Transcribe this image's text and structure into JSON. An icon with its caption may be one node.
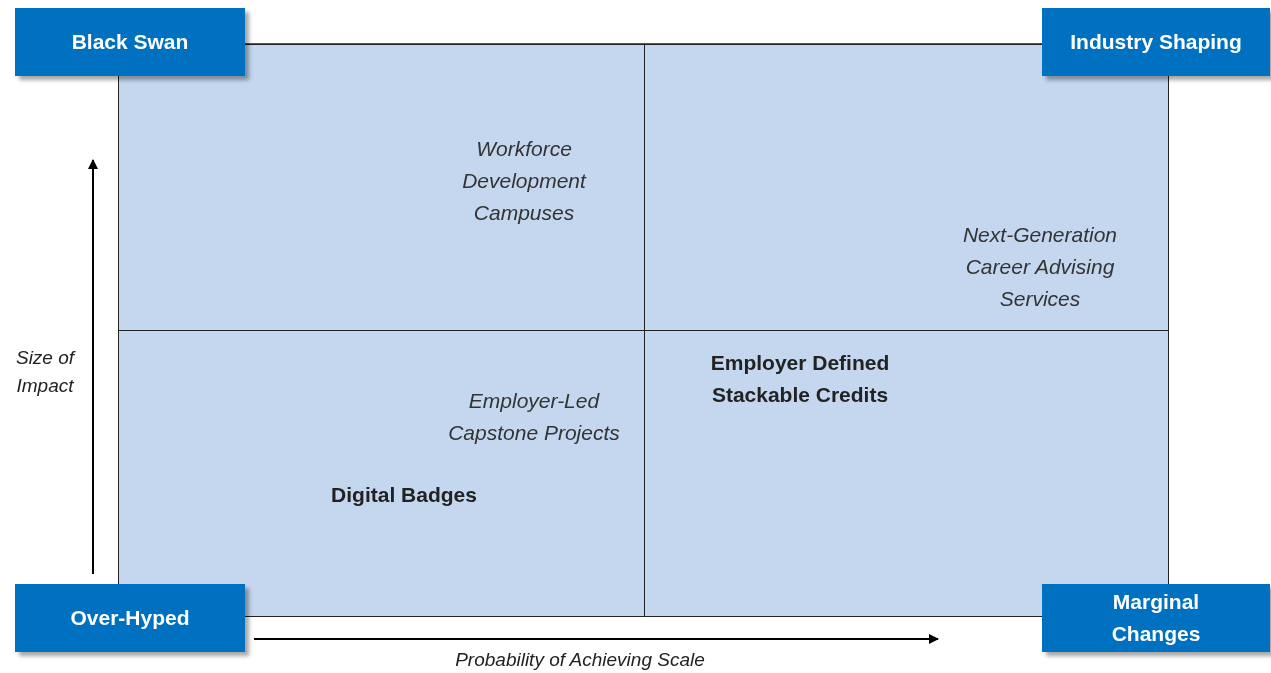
{
  "diagram": {
    "nodes": [
      {
        "text": [
          "Black Swan"
        ]
      },
      {
        "text": [
          "Industry Shaping"
        ]
      },
      {
        "text": [
          "Workforce Development Campuses"
        ]
      },
      {
        "text": [
          "Next-Generation Career Advising Services"
        ]
      },
      {
        "text": [
          "Employer Defined Stackable Credits"
        ]
      },
      {
        "text": [
          "Employer-Led Capstone Projects",
          "Digital Badges"
        ]
      },
      {
        "text": [
          "Over-Hyped"
        ]
      },
      {
        "text": [
          "Marginal Changes"
        ]
      }
    ],
    "edges": [],
    "labels": [
      "Size of Impact",
      "Probability of Achieving Scale"
    ]
  }
}
